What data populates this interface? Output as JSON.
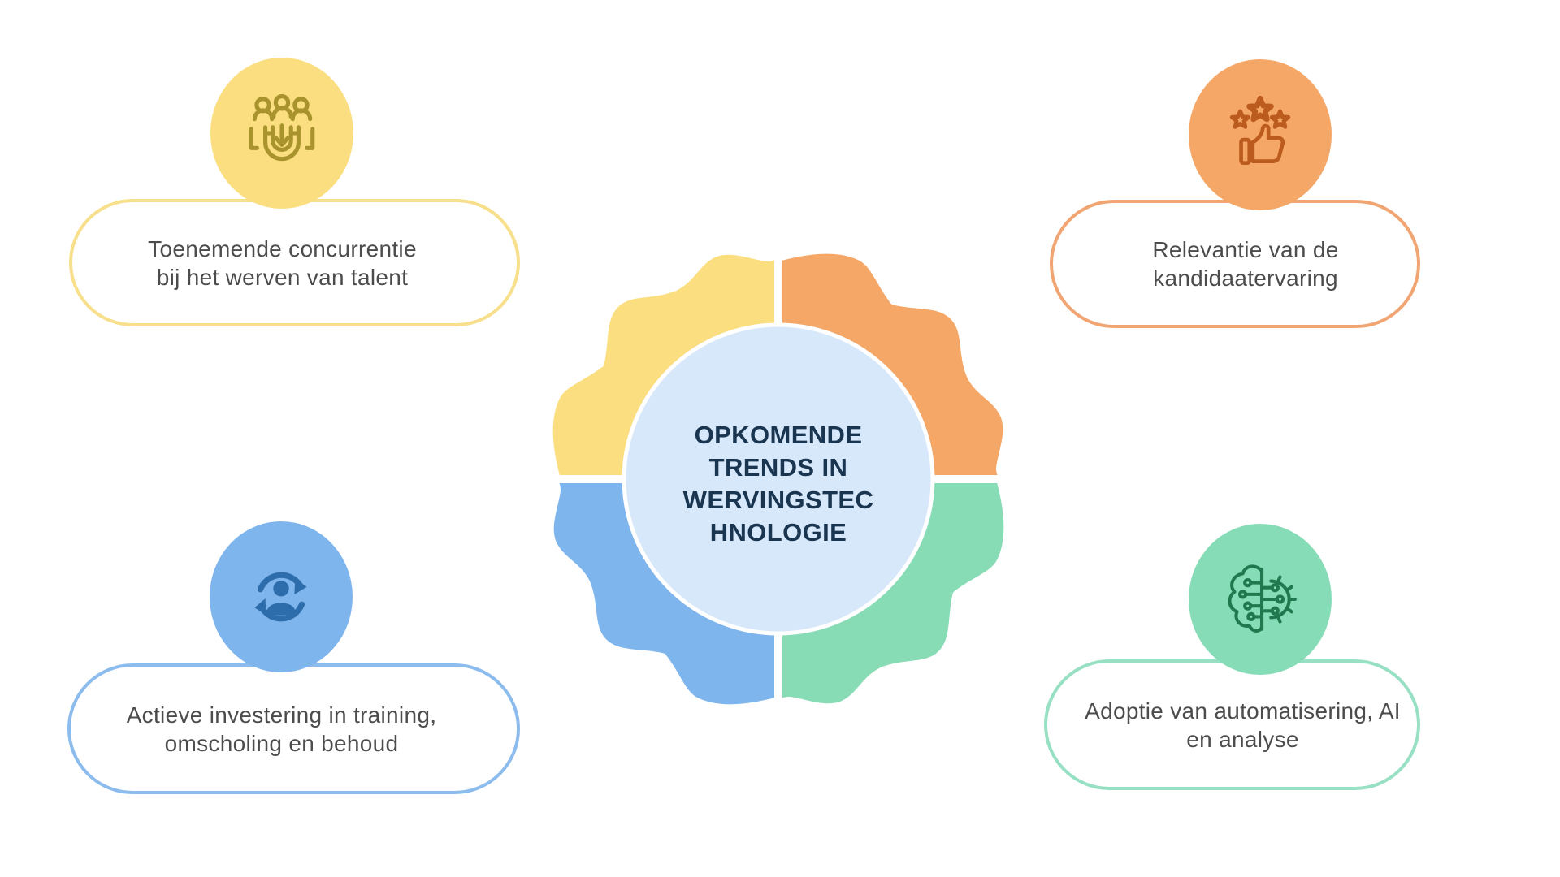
{
  "page": {
    "background": "#ffffff"
  },
  "center": {
    "title_lines": [
      "OPKOMENDE",
      "TRENDS IN",
      "WERVINGSTEC",
      "HNOLOGIE"
    ],
    "title_color": "#1a3550",
    "circle_fill": "#d7e8fb",
    "quadrants": {
      "top_left": "#fade80",
      "top_right": "#f5a767",
      "bottom_left": "#7fb5ed",
      "bottom_right": "#87dcb6"
    }
  },
  "cards": [
    {
      "position": "top-left",
      "lines": [
        "Toenemende concurrentie",
        "bij het werven van talent"
      ],
      "border_color": "#f7df8c",
      "badge_fill": "#fade80",
      "icon": "talent-magnet-icon",
      "icon_color": "#a8932c"
    },
    {
      "position": "top-right",
      "lines": [
        "Relevantie van de",
        "kandidaatervaring"
      ],
      "border_color": "#f1a573",
      "badge_fill": "#f5a767",
      "icon": "star-thumbs-up-icon",
      "icon_color": "#bc5b1e"
    },
    {
      "position": "bottom-left",
      "lines": [
        "Actieve investering in training,",
        "omscholing en behoud"
      ],
      "border_color": "#8cbcee",
      "badge_fill": "#7fb5ed",
      "icon": "person-cycle-icon",
      "icon_color": "#2d6dab"
    },
    {
      "position": "bottom-right",
      "lines": [
        "Adoptie van automatisering, AI",
        "en analyse"
      ],
      "border_color": "#97e0c3",
      "badge_fill": "#85dcb6",
      "icon": "brain-gear-icon",
      "icon_color": "#20794e"
    }
  ],
  "text_color": "#4c4c4c"
}
